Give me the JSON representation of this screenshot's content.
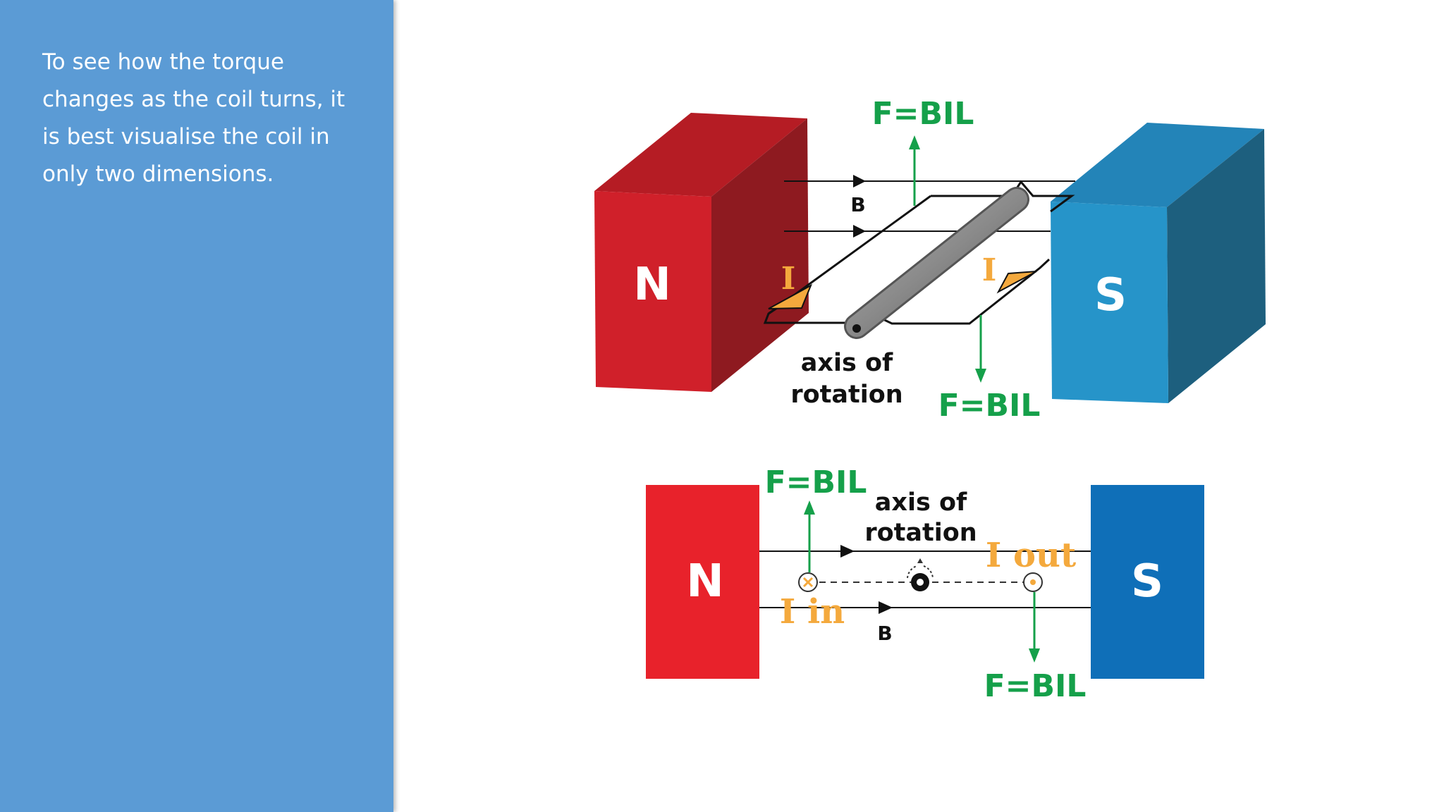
{
  "sidebar": {
    "text": "To see how the torque changes as the coil turns, it is best visualise the coil in only two dimensions."
  },
  "diagram_3d": {
    "north_label": "N",
    "south_label": "S",
    "force_top": "F=BIL",
    "force_bottom": "F=BIL",
    "field_label": "B",
    "current_left": "I",
    "current_right": "I",
    "axis_line1": "axis of",
    "axis_line2": "rotation"
  },
  "diagram_2d": {
    "north_label": "N",
    "south_label": "S",
    "force_top": "F=BIL",
    "force_bottom": "F=BIL",
    "axis_line1": "axis of",
    "axis_line2": "rotation",
    "current_out": "I out",
    "current_in": "I in",
    "field_label": "B"
  },
  "colors": {
    "sidebar": "#5b9bd5",
    "north": "#e8222b",
    "south": "#1a77be",
    "force": "#15a04a",
    "current": "#f4a93d"
  }
}
